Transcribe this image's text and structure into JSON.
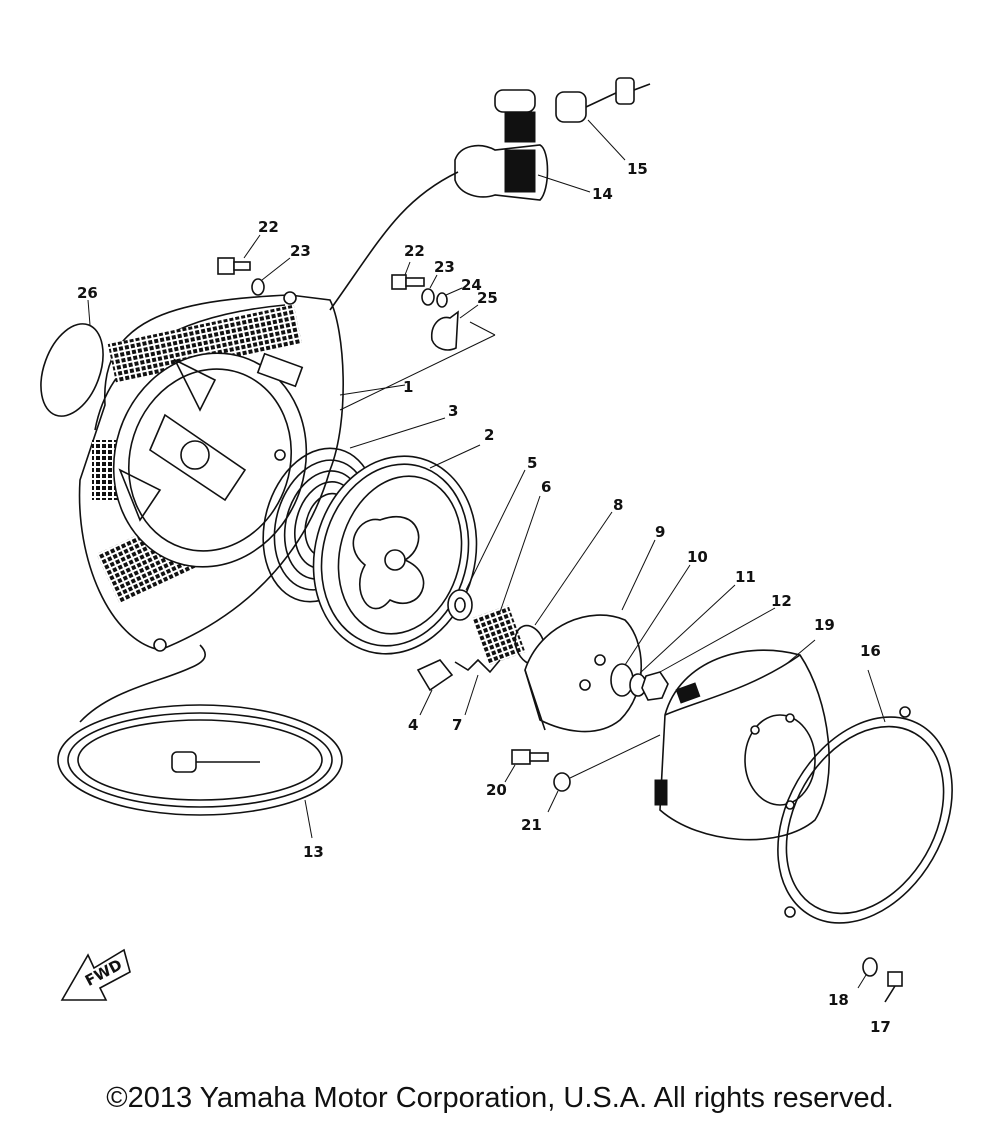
{
  "diagram": {
    "callouts": {
      "c1": "1",
      "c2": "2",
      "c3": "3",
      "c4": "4",
      "c5": "5",
      "c6": "6",
      "c7": "7",
      "c8": "8",
      "c9": "9",
      "c10": "10",
      "c11": "11",
      "c12": "12",
      "c13": "13",
      "c14": "14",
      "c15": "15",
      "c16": "16",
      "c17": "17",
      "c18": "18",
      "c19": "19",
      "c20": "20",
      "c21": "21",
      "c22a": "22",
      "c22b": "22",
      "c23a": "23",
      "c23b": "23",
      "c24": "24",
      "c25": "25",
      "c26": "26"
    },
    "fwd_label": "FWD"
  },
  "footer": {
    "copyright": "©2013 Yamaha Motor Corporation, U.S.A. All rights reserved."
  }
}
